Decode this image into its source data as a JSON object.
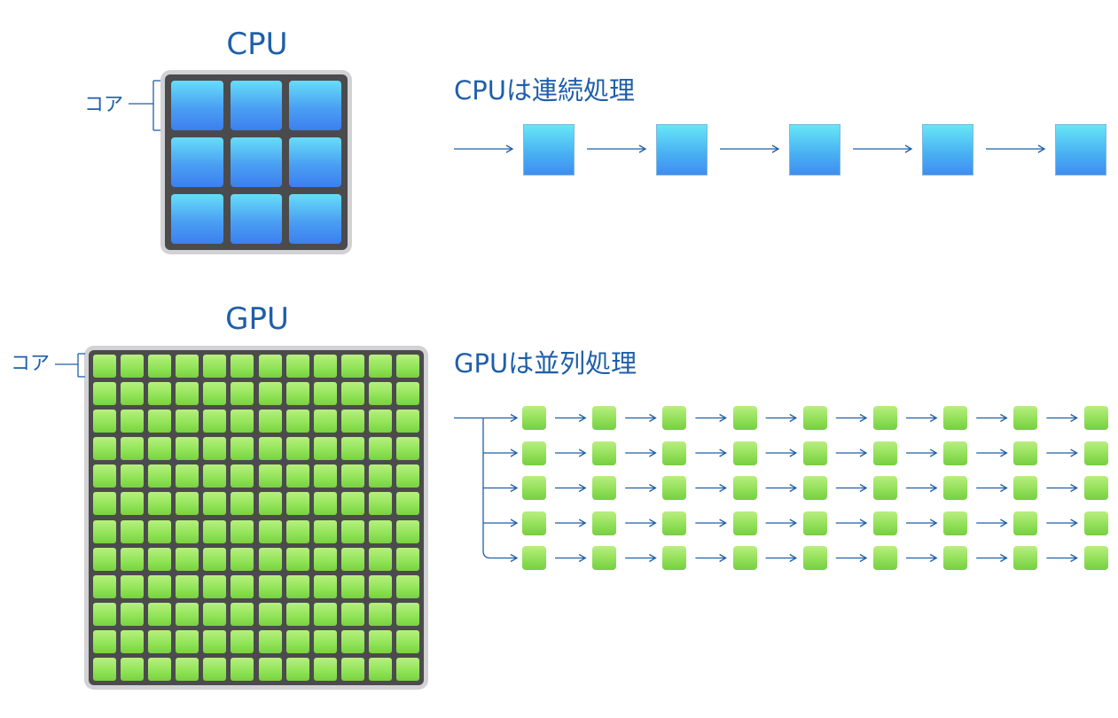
{
  "cpu": {
    "title": "CPU",
    "core_label": "コア",
    "grid": {
      "rows": 3,
      "cols": 3
    },
    "flow_heading": "CPUは連続処理",
    "flow_steps": 5,
    "colors": {
      "core": "#4a9ff2",
      "frame": "#4b4b4d",
      "border": "#d2d2d4"
    }
  },
  "gpu": {
    "title": "GPU",
    "core_label": "コア",
    "grid": {
      "rows": 12,
      "cols": 12
    },
    "flow_heading": "GPUは並列処理",
    "flow_rows": 5,
    "flow_steps": 9,
    "colors": {
      "core": "#8fe356",
      "frame": "#4b4b4d",
      "border": "#d2d2d4"
    }
  },
  "colors": {
    "text": "#1f5fa8",
    "arrow": "#1f5fa8"
  }
}
